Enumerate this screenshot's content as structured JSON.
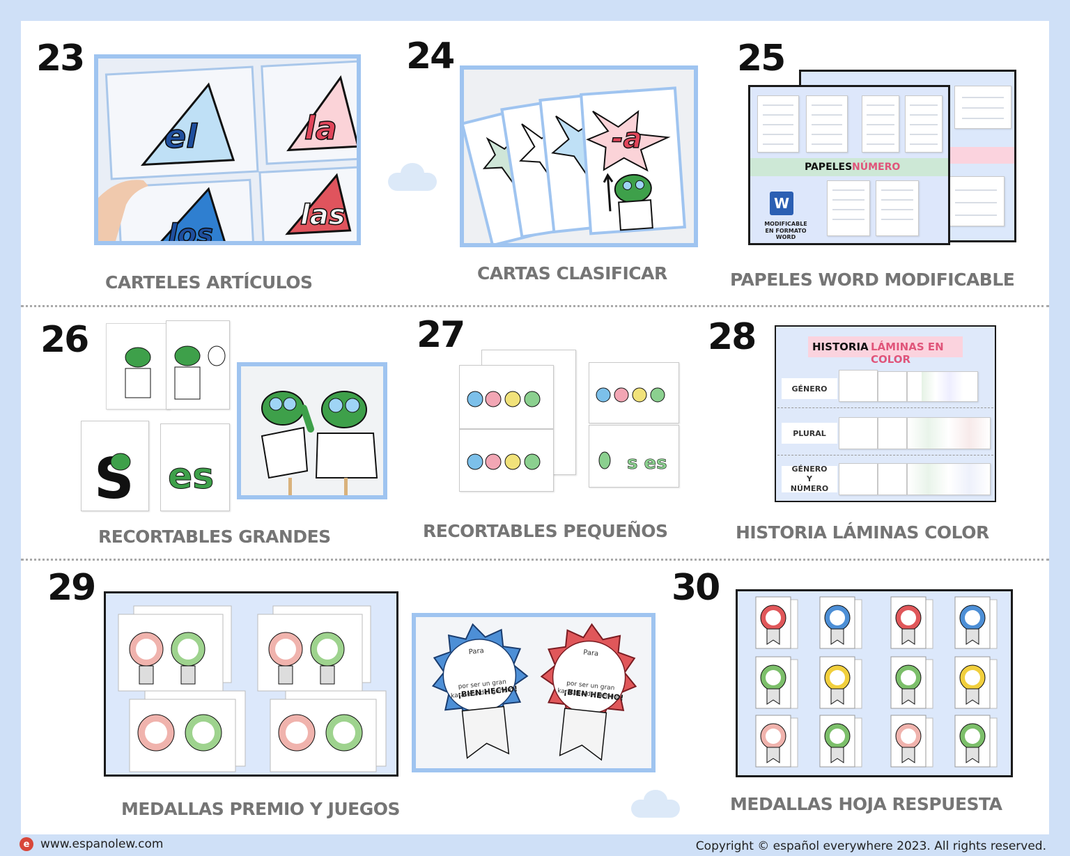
{
  "items": [
    {
      "number": "23",
      "caption": "CARTELES ARTÍCULOS",
      "words": [
        "el",
        "la",
        "los",
        "las"
      ]
    },
    {
      "number": "24",
      "caption": "CARTAS CLASIFICAR",
      "words": [
        "-a"
      ]
    },
    {
      "number": "25",
      "caption": "PAPELES WORD MODIFICABLE",
      "banner_part1": "PAPELES",
      "banner_part2": "NÚMERO",
      "word_note": "MODIFICABLE EN FORMATO WORD",
      "word_letter": "W"
    },
    {
      "number": "26",
      "caption": "RECORTABLES GRANDES"
    },
    {
      "number": "27",
      "caption": "RECORTABLES PEQUEÑOS"
    },
    {
      "number": "28",
      "caption": "HISTORIA LÁMINAS COLOR",
      "title_part1": "HISTORIA",
      "title_part2": "LÁMINAS EN COLOR",
      "rows": [
        "GÉNERO",
        "PLURAL",
        "GÉNERO Y NÚMERO"
      ]
    },
    {
      "number": "29",
      "caption": "MEDALLAS PREMIO Y JUEGOS",
      "medal_for": "Para",
      "medal_text": "por ser un gran karateca del género.",
      "medal_praise": "¡BIEN HECHO!"
    },
    {
      "number": "30",
      "caption": "MEDALLAS HOJA RESPUESTA"
    }
  ],
  "colors": {
    "frame_blue": "#9fc4f0",
    "medal_blue": "#4d8fd6",
    "medal_red": "#e0575a",
    "medal_green": "#7cbf6a",
    "medal_yellow": "#f1cf3d",
    "medal_pink": "#f0b3ad"
  },
  "footer": {
    "website": "www.espanolew.com",
    "copyright": "Copyright © español everywhere 2023. All rights reserved.",
    "logo_letter": "e"
  }
}
